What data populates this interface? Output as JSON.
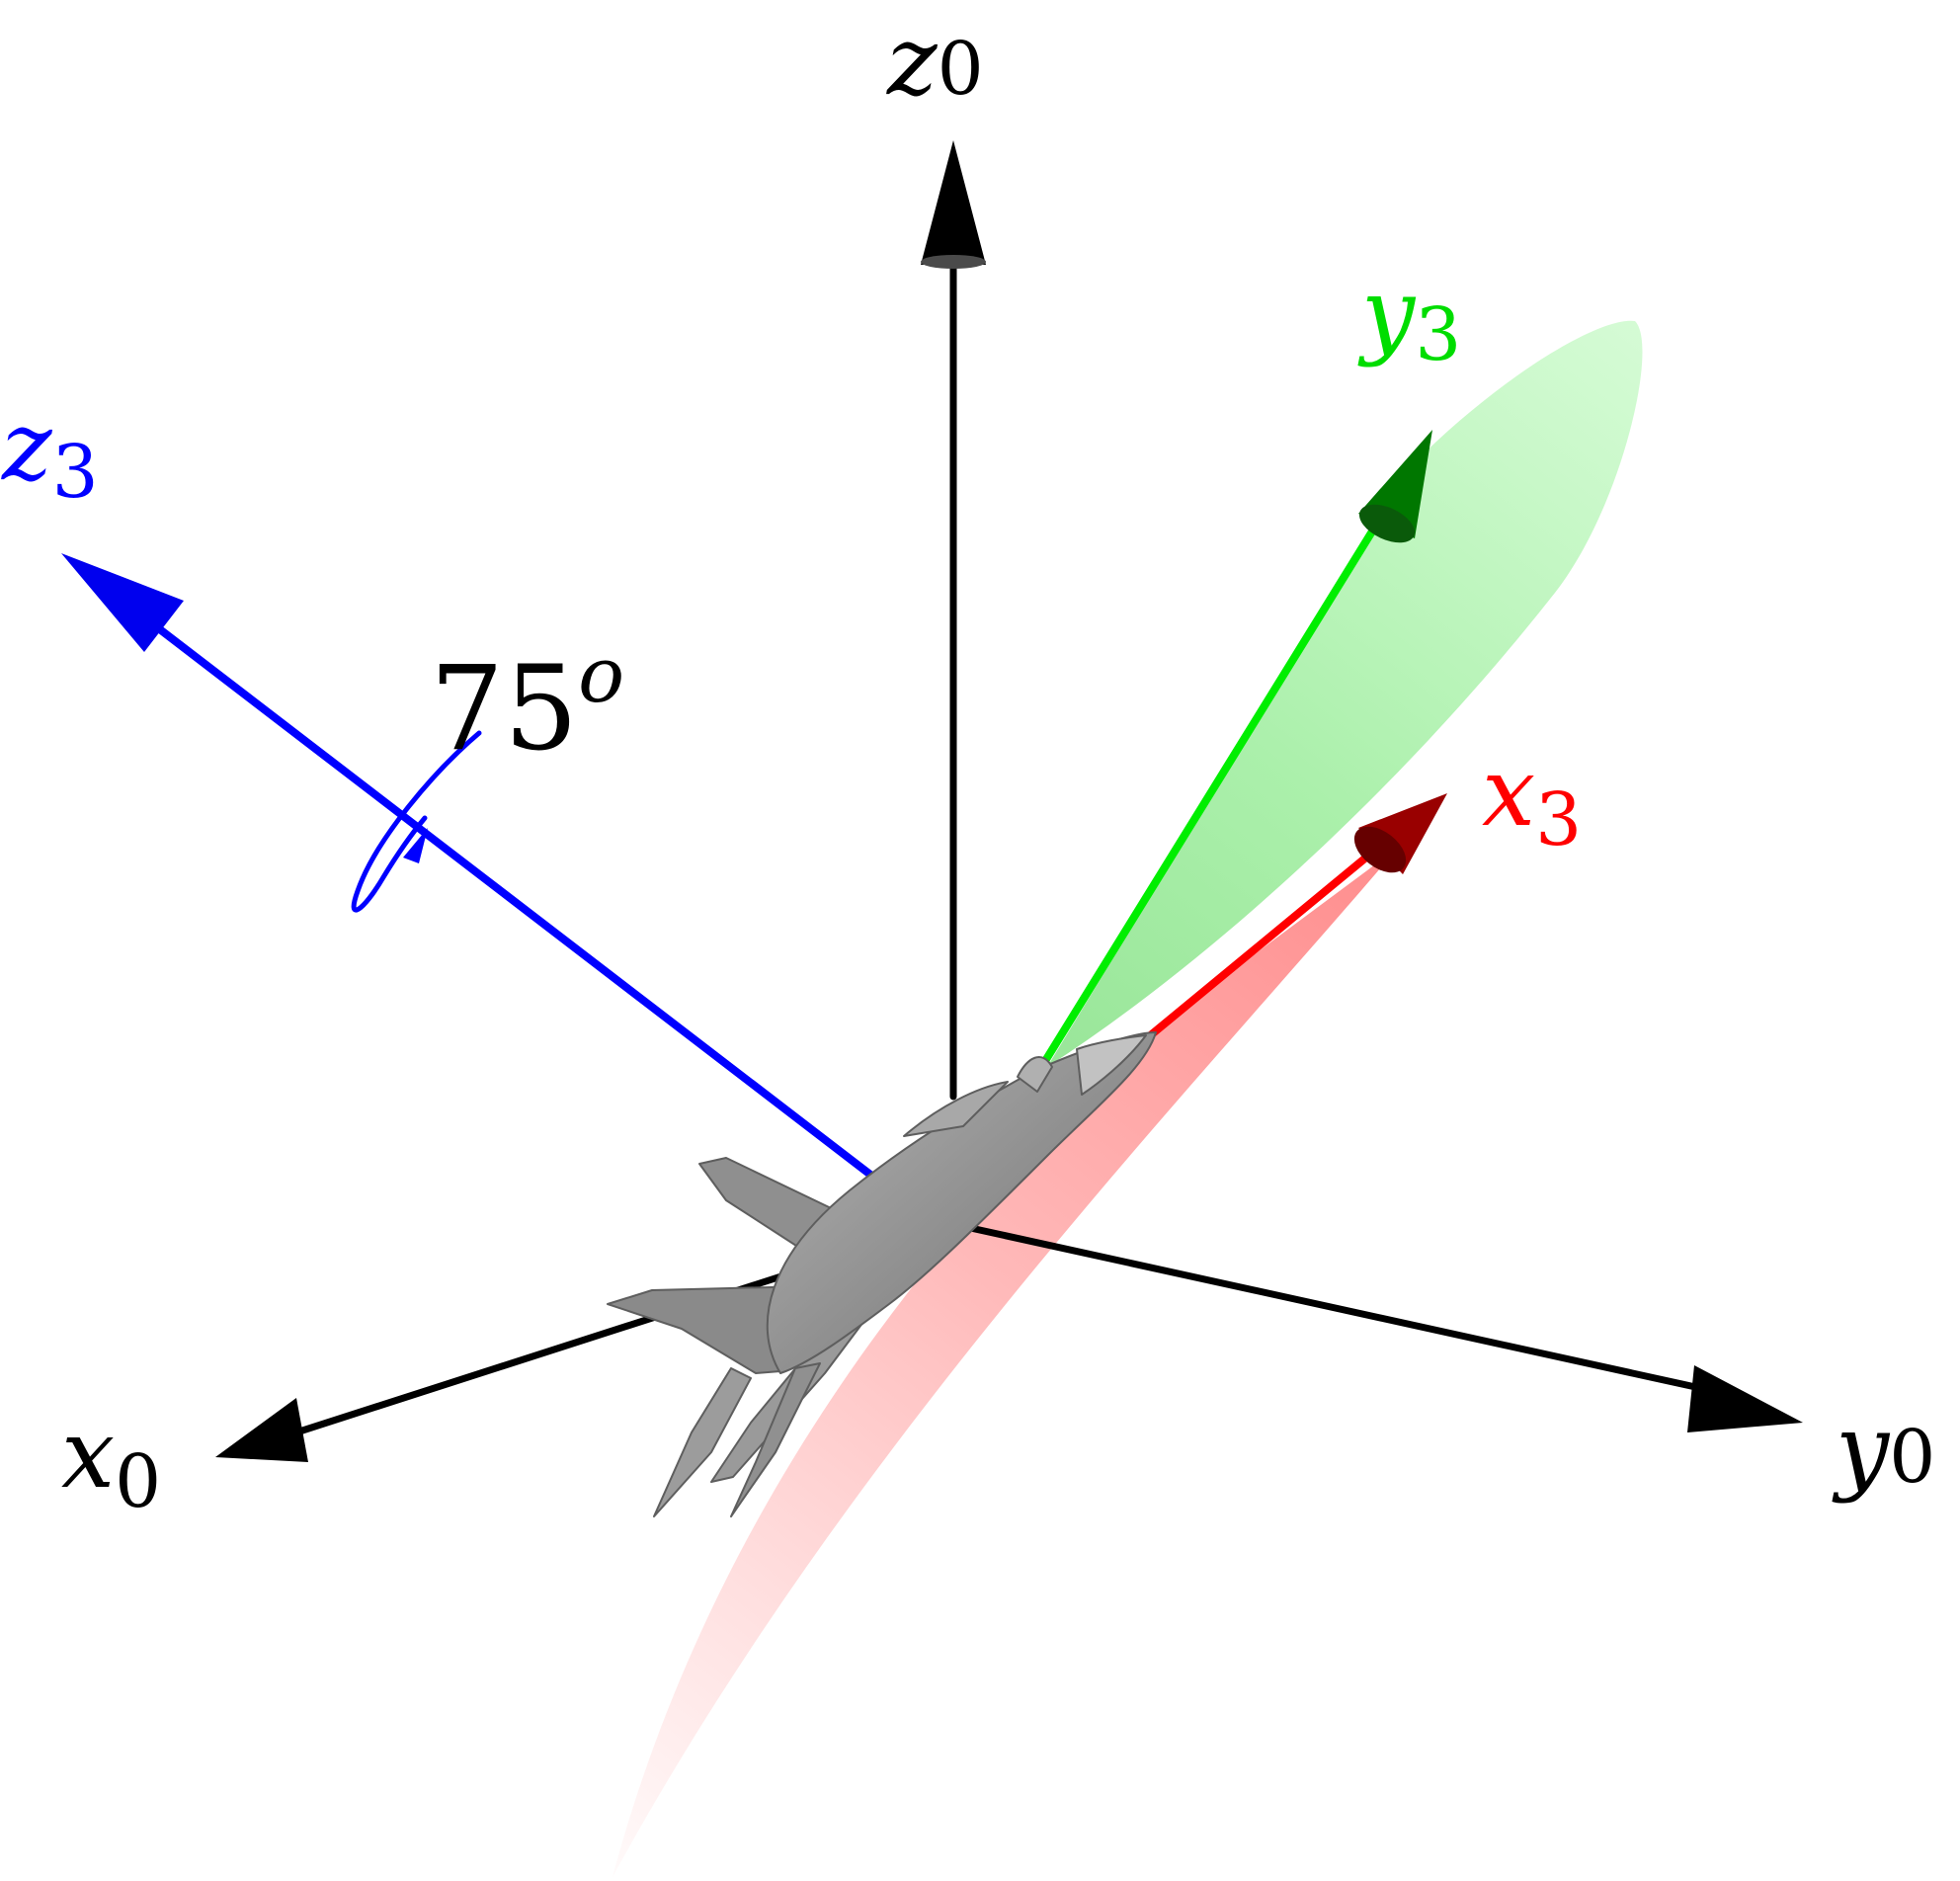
{
  "colors": {
    "world_axes": "#000000",
    "x3": "#ff0000",
    "y3": "#00dd00",
    "z3": "#0000ff",
    "aircraft": "#8a8a8a"
  },
  "axes": {
    "x0": {
      "base": "x",
      "sub": "0"
    },
    "y0": {
      "base": "y",
      "sub": "0"
    },
    "z0": {
      "base": "z",
      "sub": "0"
    },
    "x3": {
      "base": "x",
      "sub": "3"
    },
    "y3": {
      "base": "y",
      "sub": "3"
    },
    "z3": {
      "base": "z",
      "sub": "3"
    }
  },
  "rotation": {
    "value": "75",
    "sup": "o"
  },
  "icons": {
    "aircraft": "fighter-jet-icon",
    "rotation": "rotation-arrow-icon"
  }
}
